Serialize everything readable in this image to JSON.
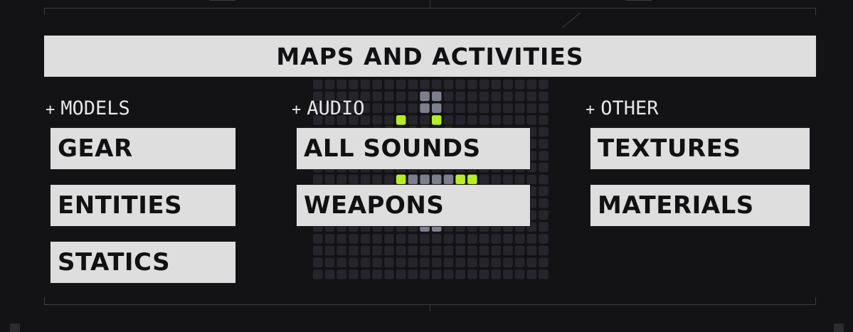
{
  "title": "MAPS AND ACTIVITIES",
  "sections": {
    "models": {
      "plus": "+",
      "header": "MODELS",
      "items": [
        "GEAR",
        "ENTITIES",
        "STATICS"
      ]
    },
    "audio": {
      "plus": "+",
      "header": "AUDIO",
      "items": [
        "ALL SOUNDS",
        "WEAPONS"
      ]
    },
    "other": {
      "plus": "+",
      "header": "OTHER",
      "items": [
        "TEXTURES",
        "MATERIALS"
      ]
    }
  },
  "colors": {
    "background": "#131316",
    "button": "#dedede",
    "button_text": "#111114",
    "accent_green": "#b6f01a",
    "dot_dim": "#25252b",
    "dot_gray": "#7d7f8c"
  },
  "icons": {
    "background_art": "pixel-ghost-icon"
  }
}
